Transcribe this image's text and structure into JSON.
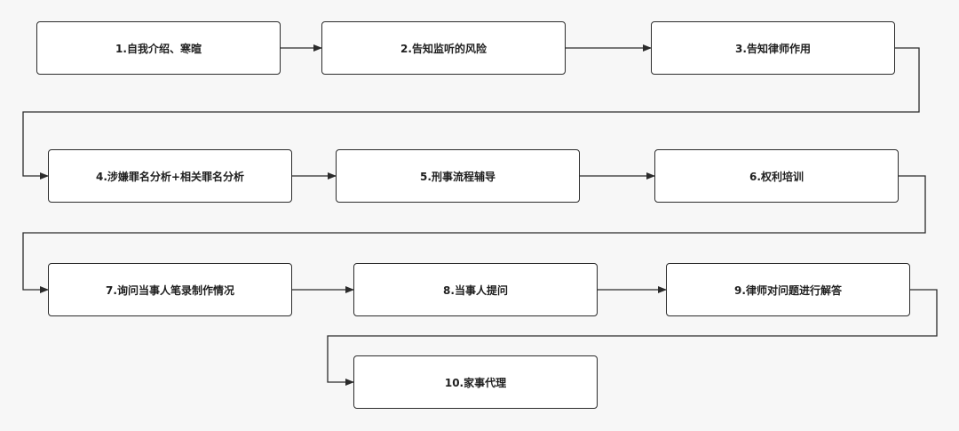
{
  "diagram": {
    "steps": [
      {
        "label": "1.自我介绍、寒暄"
      },
      {
        "label": "2.告知监听的风险"
      },
      {
        "label": "3.告知律师作用"
      },
      {
        "label": "4.涉嫌罪名分析+相关罪名分析"
      },
      {
        "label": "5.刑事流程辅导"
      },
      {
        "label": "6.权利培训"
      },
      {
        "label": "7.询问当事人笔录制作情况"
      },
      {
        "label": "8.当事人提问"
      },
      {
        "label": "9.律师对问题进行解答"
      },
      {
        "label": "10.家事代理"
      }
    ],
    "colors": {
      "background": "#f7f7f7",
      "node_fill": "#ffffff",
      "stroke": "#2b2b2b"
    }
  }
}
